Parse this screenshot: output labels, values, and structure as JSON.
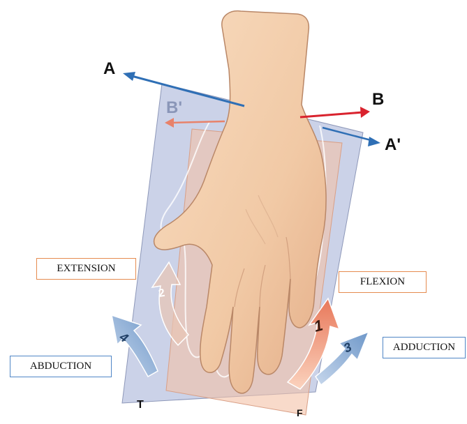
{
  "axes": {
    "a": "A",
    "b": "B",
    "a_prime": "A'",
    "b_prime": "B'"
  },
  "planes": {
    "t": "T",
    "f": "F"
  },
  "movements": {
    "extension": "EXTENSION",
    "flexion": "FLEXION",
    "abduction": "ABDUCTION",
    "adduction": "ADDUCTION"
  },
  "arrows": {
    "one": "1",
    "two": "2",
    "three": "3",
    "four": "4"
  },
  "colors": {
    "plane_t": "#b9c3e0",
    "plane_f": "#f3c1a6",
    "axis_a": "#2f6fb5",
    "axis_b": "#d9232e",
    "axis_b_prime": "#e8826a",
    "skin": "#f4cfae",
    "arrow_blue": "#8fb0d6",
    "arrow_orange": "#f09a78"
  }
}
